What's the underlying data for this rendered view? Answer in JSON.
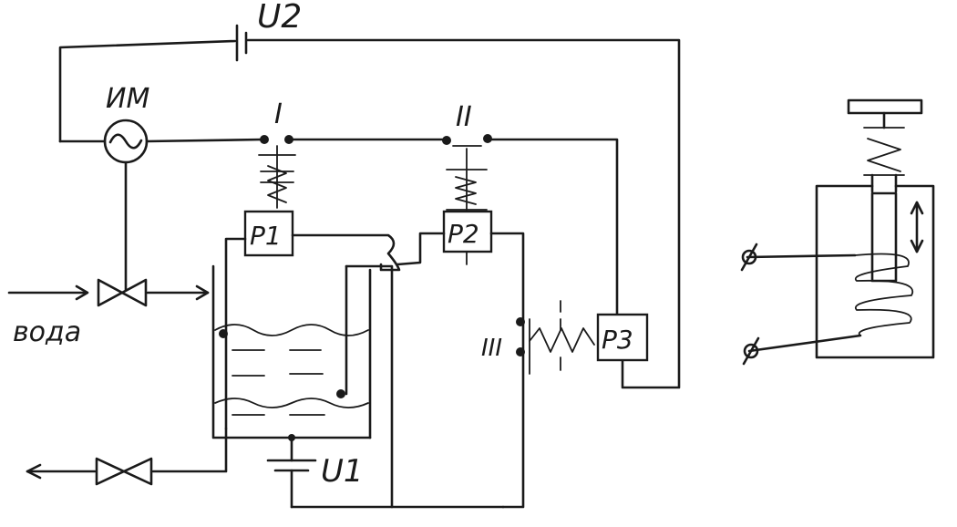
{
  "labels": {
    "source_u2": "U2",
    "actuator": "ИМ",
    "contact_1": "I",
    "contact_2": "II",
    "contact_3": "III",
    "relay_1": "P1",
    "relay_2": "P2",
    "relay_3": "P3",
    "inlet": "вода",
    "source_u1": "U1"
  }
}
